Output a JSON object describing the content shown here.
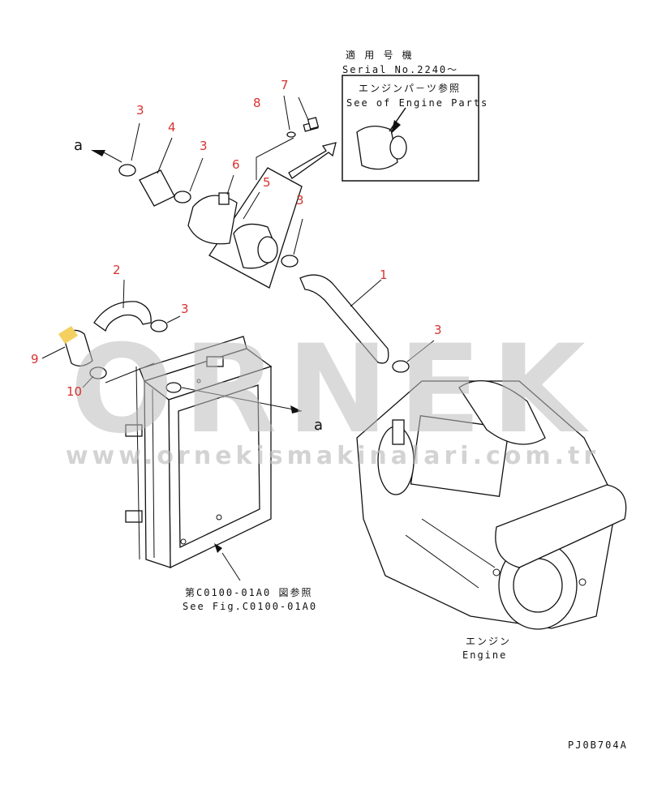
{
  "serial": {
    "title_jp": "適 用 号 機",
    "serial_no": "Serial No.2240～"
  },
  "engine_parts_box": {
    "title_jp": "エンジンパ－ツ参照",
    "title_en": "See of Engine Parts"
  },
  "figure_ref": {
    "jp": "第C0100-01A0 図参照",
    "en": "See Fig.C0100-01A0"
  },
  "engine_label": {
    "jp": "エンジン",
    "en": "Engine"
  },
  "connection_marks": {
    "left": "a",
    "right": "a"
  },
  "part_numbers": {
    "p1": "1",
    "p2": "2",
    "p3a": "3",
    "p3b": "3",
    "p3c": "3",
    "p3d": "3",
    "p3e": "3",
    "p4": "4",
    "p5": "5",
    "p6": "6",
    "p7": "7",
    "p8": "8",
    "p9": "9",
    "p10": "10"
  },
  "drawing_code": "PJ0B704A",
  "watermark": {
    "brand": "ORNEK",
    "url": "www.ornekismakinalari.com.tr"
  },
  "colors": {
    "part_number": "#d8322f",
    "line": "#111111",
    "watermark": "#bdbdbd"
  }
}
